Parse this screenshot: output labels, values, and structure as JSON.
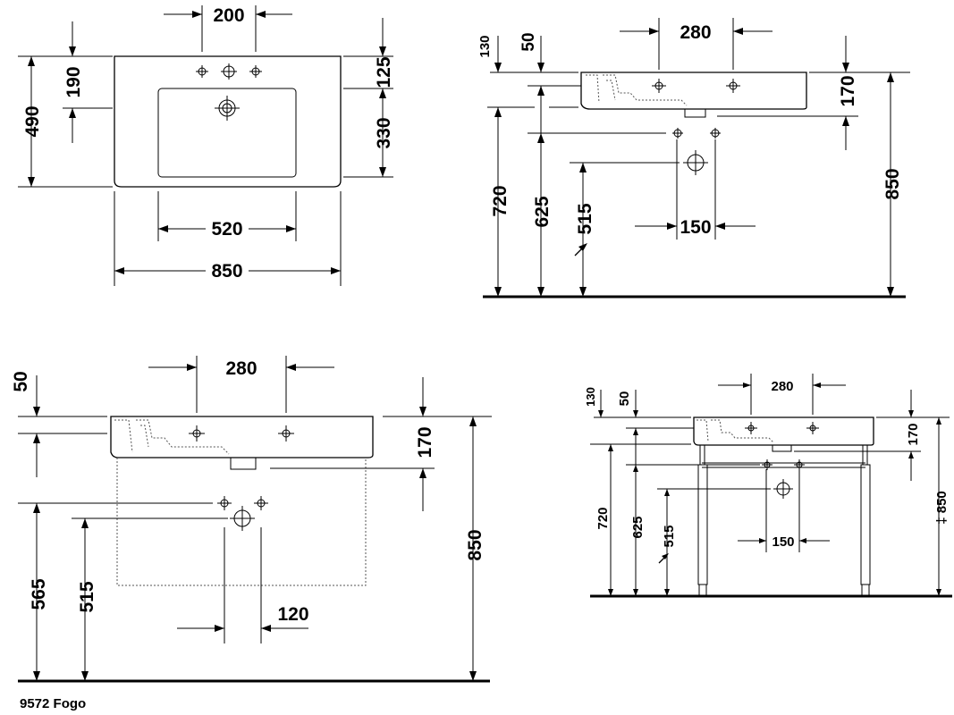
{
  "caption": "9572 Fogo",
  "top_view": {
    "hole_spacing": "200",
    "depth_to_basin": "190",
    "total_depth": "490",
    "back_to_hole": "125",
    "basin_depth": "330",
    "basin_width": "520",
    "total_width": "850"
  },
  "side_view_top_right": {
    "back_height": "130",
    "rim": "50",
    "hole_spacing": "280",
    "bowl_height": "170",
    "height_720": "720",
    "height_625": "625",
    "height_515": "515",
    "offset_150": "150",
    "height_850": "850"
  },
  "side_view_bottom_left": {
    "rim": "50",
    "hole_spacing": "280",
    "bowl_height": "170",
    "height_565": "565",
    "height_515": "515",
    "offset_120": "120",
    "height_850": "850"
  },
  "side_view_bottom_right": {
    "back_height": "130",
    "rim": "50",
    "hole_spacing": "280",
    "bowl_height": "170",
    "height_720": "720",
    "height_625": "625",
    "height_515": "515",
    "offset_150": "150",
    "height_850": "‡ 850"
  }
}
